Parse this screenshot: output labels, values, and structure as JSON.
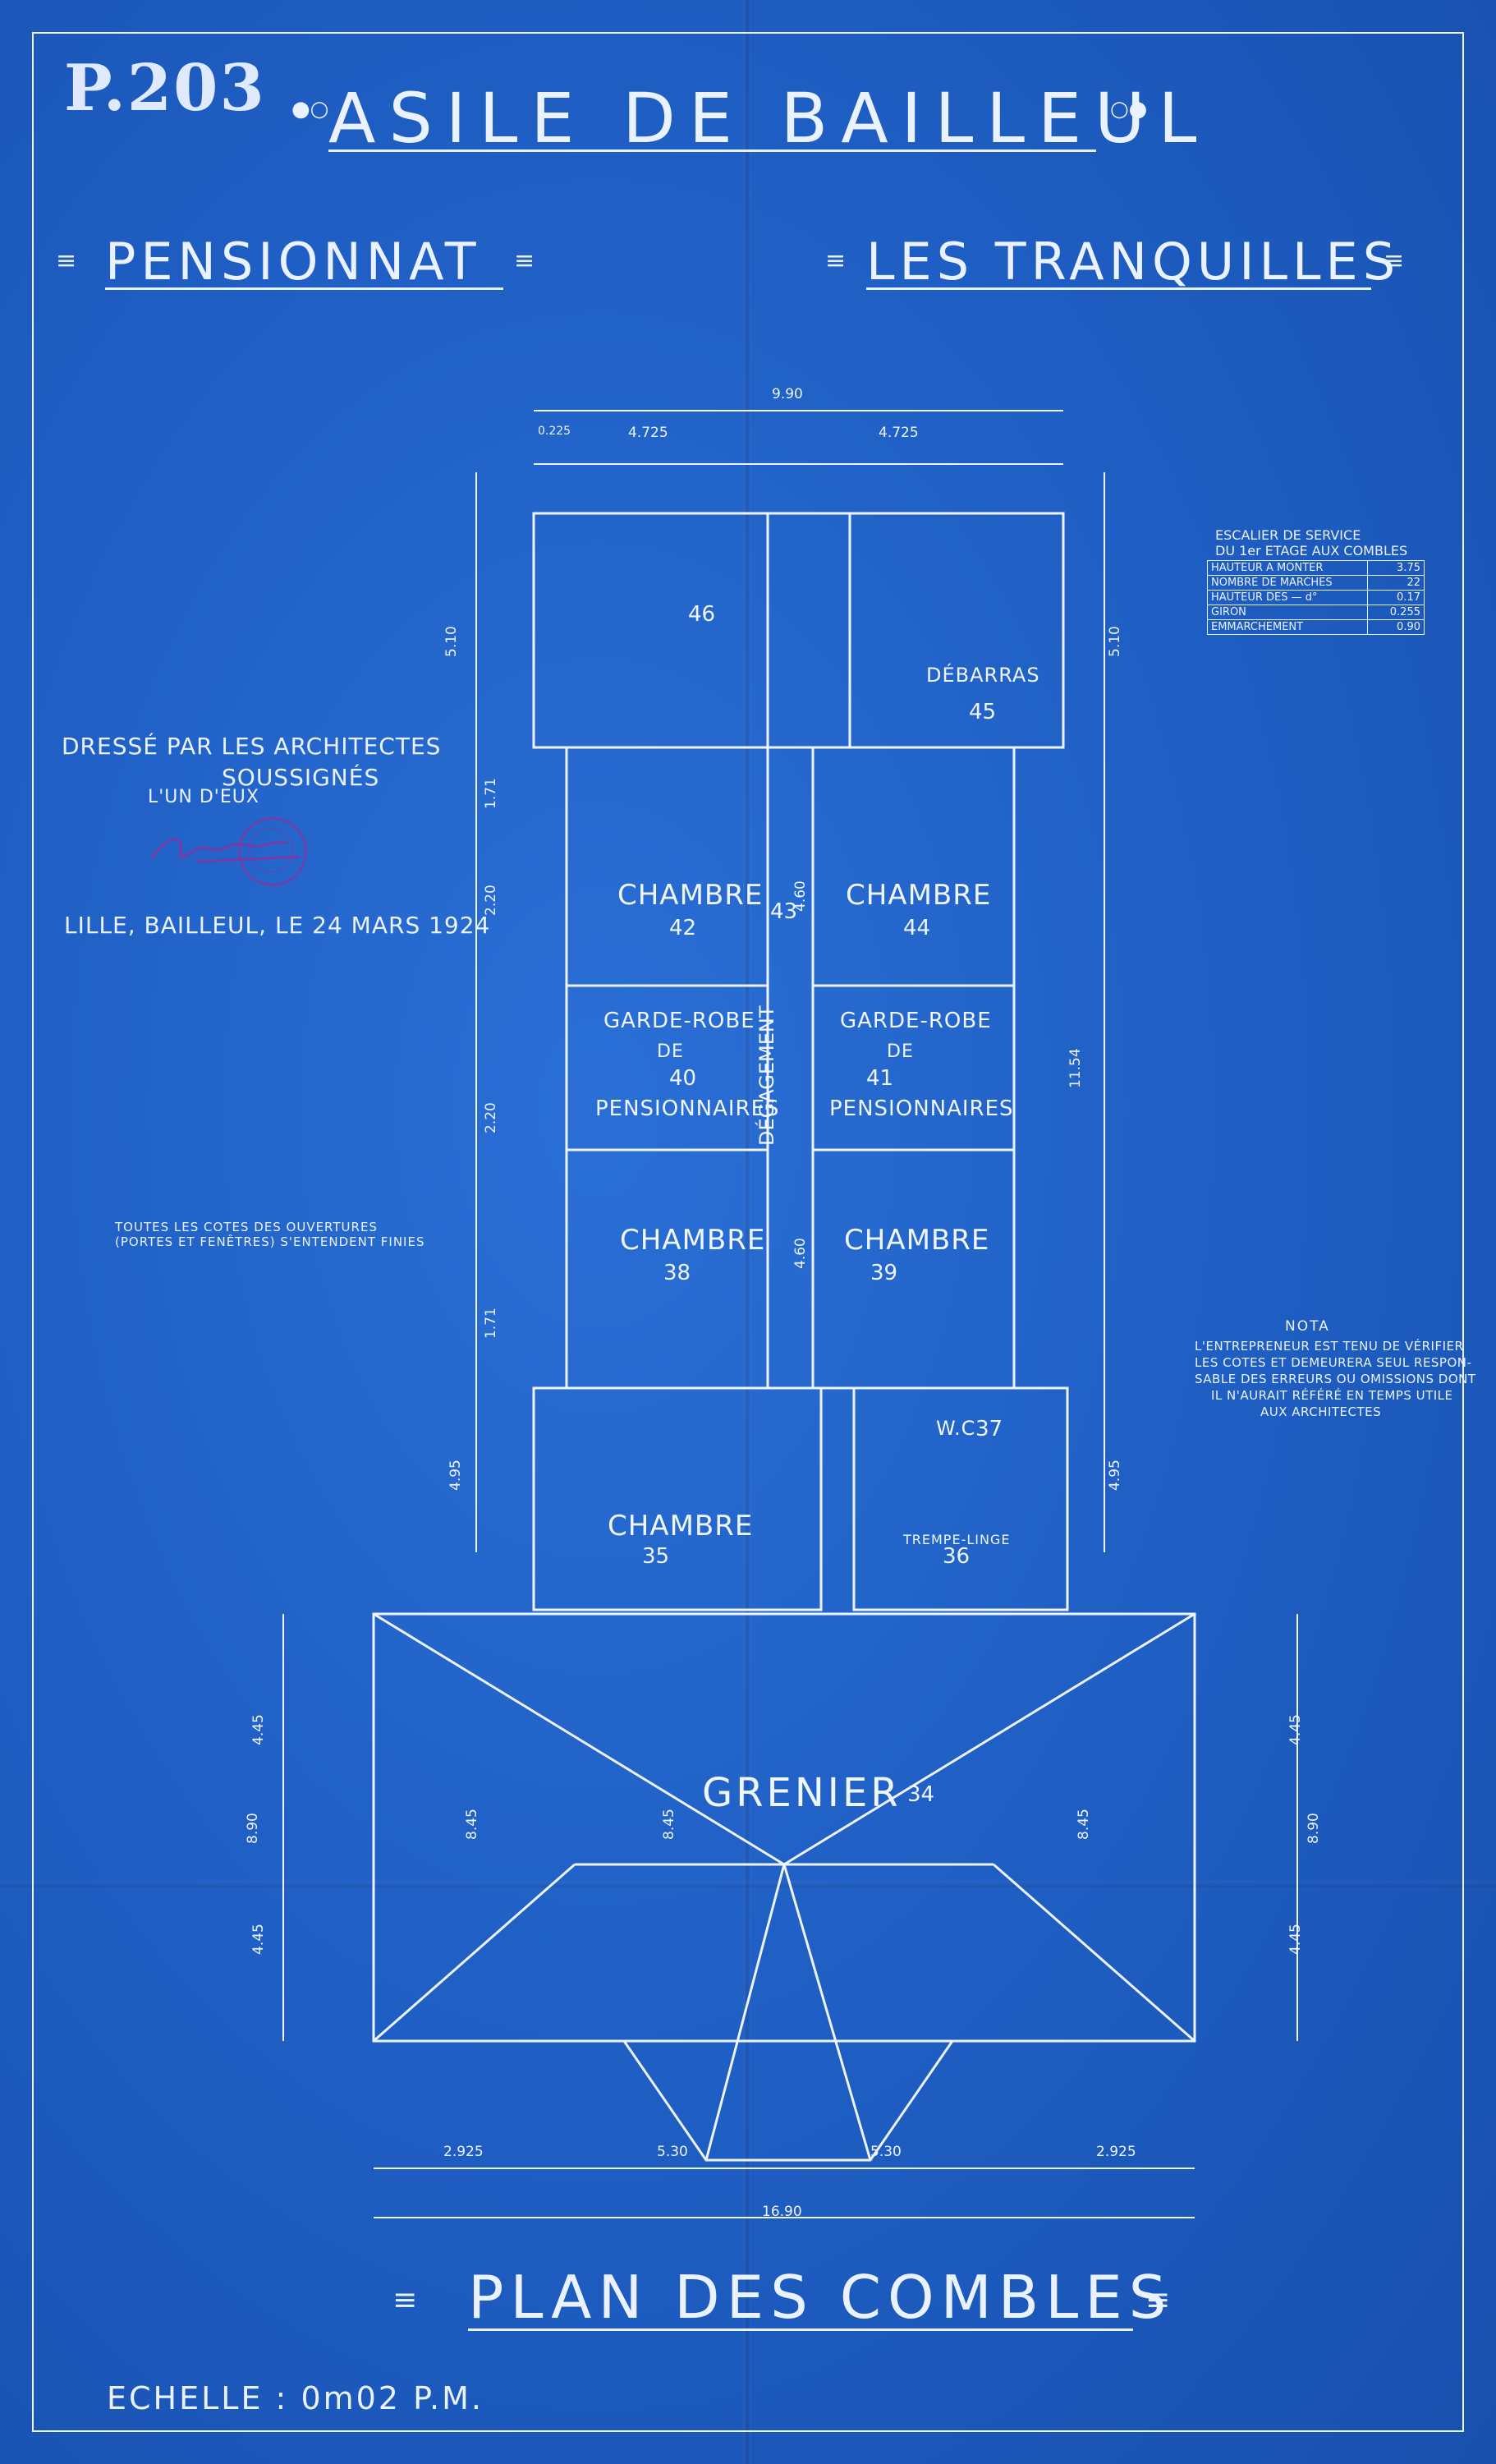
{
  "header": {
    "reference": "P.203",
    "title": "ASILE DE BAILLEUL",
    "subtitle_left": "PENSIONNAT",
    "subtitle_right": "LES TRANQUILLES"
  },
  "signature_block": {
    "line1": "DRESSÉ PAR LES ARCHITECTES",
    "line2": "SOUSSIGNÉS",
    "line3": "L'UN D'EUX",
    "place_date": "LILLE, BAILLEUL, LE 24 MARS 1924"
  },
  "note_openings": {
    "line1": "TOUTES LES COTES DES OUVERTURES",
    "line2": "(PORTES ET FENÊTRES) S'ENTENDENT FINIES"
  },
  "stair_table": {
    "title1": "ESCALIER DE SERVICE",
    "title2": "DU 1er ETAGE AUX COMBLES",
    "rows": [
      {
        "label": "HAUTEUR A MONTER",
        "value": "3.75"
      },
      {
        "label": "NOMBRE DE MARCHES",
        "value": "22"
      },
      {
        "label": "HAUTEUR DES — d°",
        "value": "0.17"
      },
      {
        "label": "GIRON",
        "value": "0.255"
      },
      {
        "label": "EMMARCHEMENT",
        "value": "0.90"
      }
    ]
  },
  "nota": {
    "title": "NOTA",
    "lines": [
      "L'ENTREPRENEUR EST TENU DE VÉRIFIER",
      "LES COTES ET DEMEURERA SEUL RESPON-",
      "SABLE DES ERREURS OU OMISSIONS DONT",
      "IL N'AURAIT RÉFÉRÉ EN TEMPS UTILE",
      "AUX ARCHITECTES"
    ]
  },
  "rooms": {
    "r46": "46",
    "r45": "45",
    "debarras": "DÉBARRAS",
    "chambre": "CHAMBRE",
    "r42": "42",
    "r43": "43",
    "r44": "44",
    "garde_robe": "GARDE-ROBE",
    "de": "DE",
    "pensionnaires": "PENSIONNAIRES",
    "r40": "40",
    "r41": "41",
    "degagement": "DÉGAGEMENT",
    "r38": "38",
    "r39": "39",
    "wc": "W.C",
    "r37": "37",
    "r35": "35",
    "trempe_linge": "TREMPE-LINGE",
    "r36": "36",
    "grenier": "GRENIER",
    "r34": "34"
  },
  "dimensions": {
    "overall_top": "9.90",
    "top_left": "4.725",
    "top_right": "4.725",
    "top_corner": "0.225",
    "bottom_total": "16.90",
    "bottom_left": "2.925",
    "bottom_right": "2.925",
    "bottom_mid_left": "5.30",
    "bottom_mid_right": "5.30",
    "side_left_wing": "4.45",
    "side_total_wing": "8.90",
    "right_height": "11.54",
    "upper_510": "5.10",
    "room_460": "4.60",
    "v_220": "2.20",
    "v_171": "1.71",
    "v_495": "4.95",
    "grenier_845": "8.45"
  },
  "footer": {
    "plan_name": "PLAN DES COMBLES",
    "scale": "ECHELLE : 0m02 P.M."
  }
}
